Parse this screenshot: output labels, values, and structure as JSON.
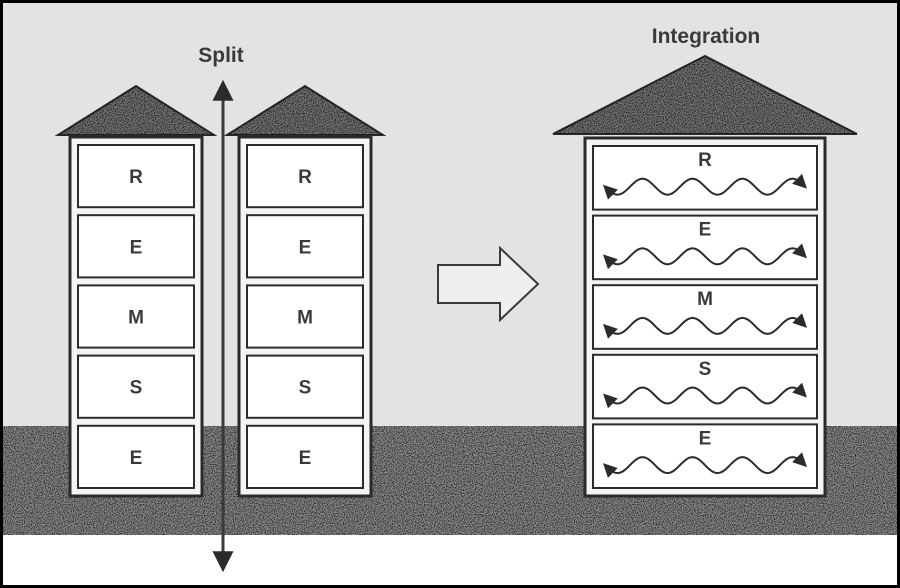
{
  "labels": {
    "split": "Split",
    "integration": "Integration"
  },
  "floors": [
    "R",
    "E",
    "M",
    "S",
    "E"
  ],
  "colors": {
    "stroke": "#2b2b2b",
    "text": "#3a3a3a",
    "ground": "#8a8a8a",
    "roof": "#6e6e6e",
    "sky": "#e3e3e3",
    "arrow_fill": "#efefef"
  }
}
